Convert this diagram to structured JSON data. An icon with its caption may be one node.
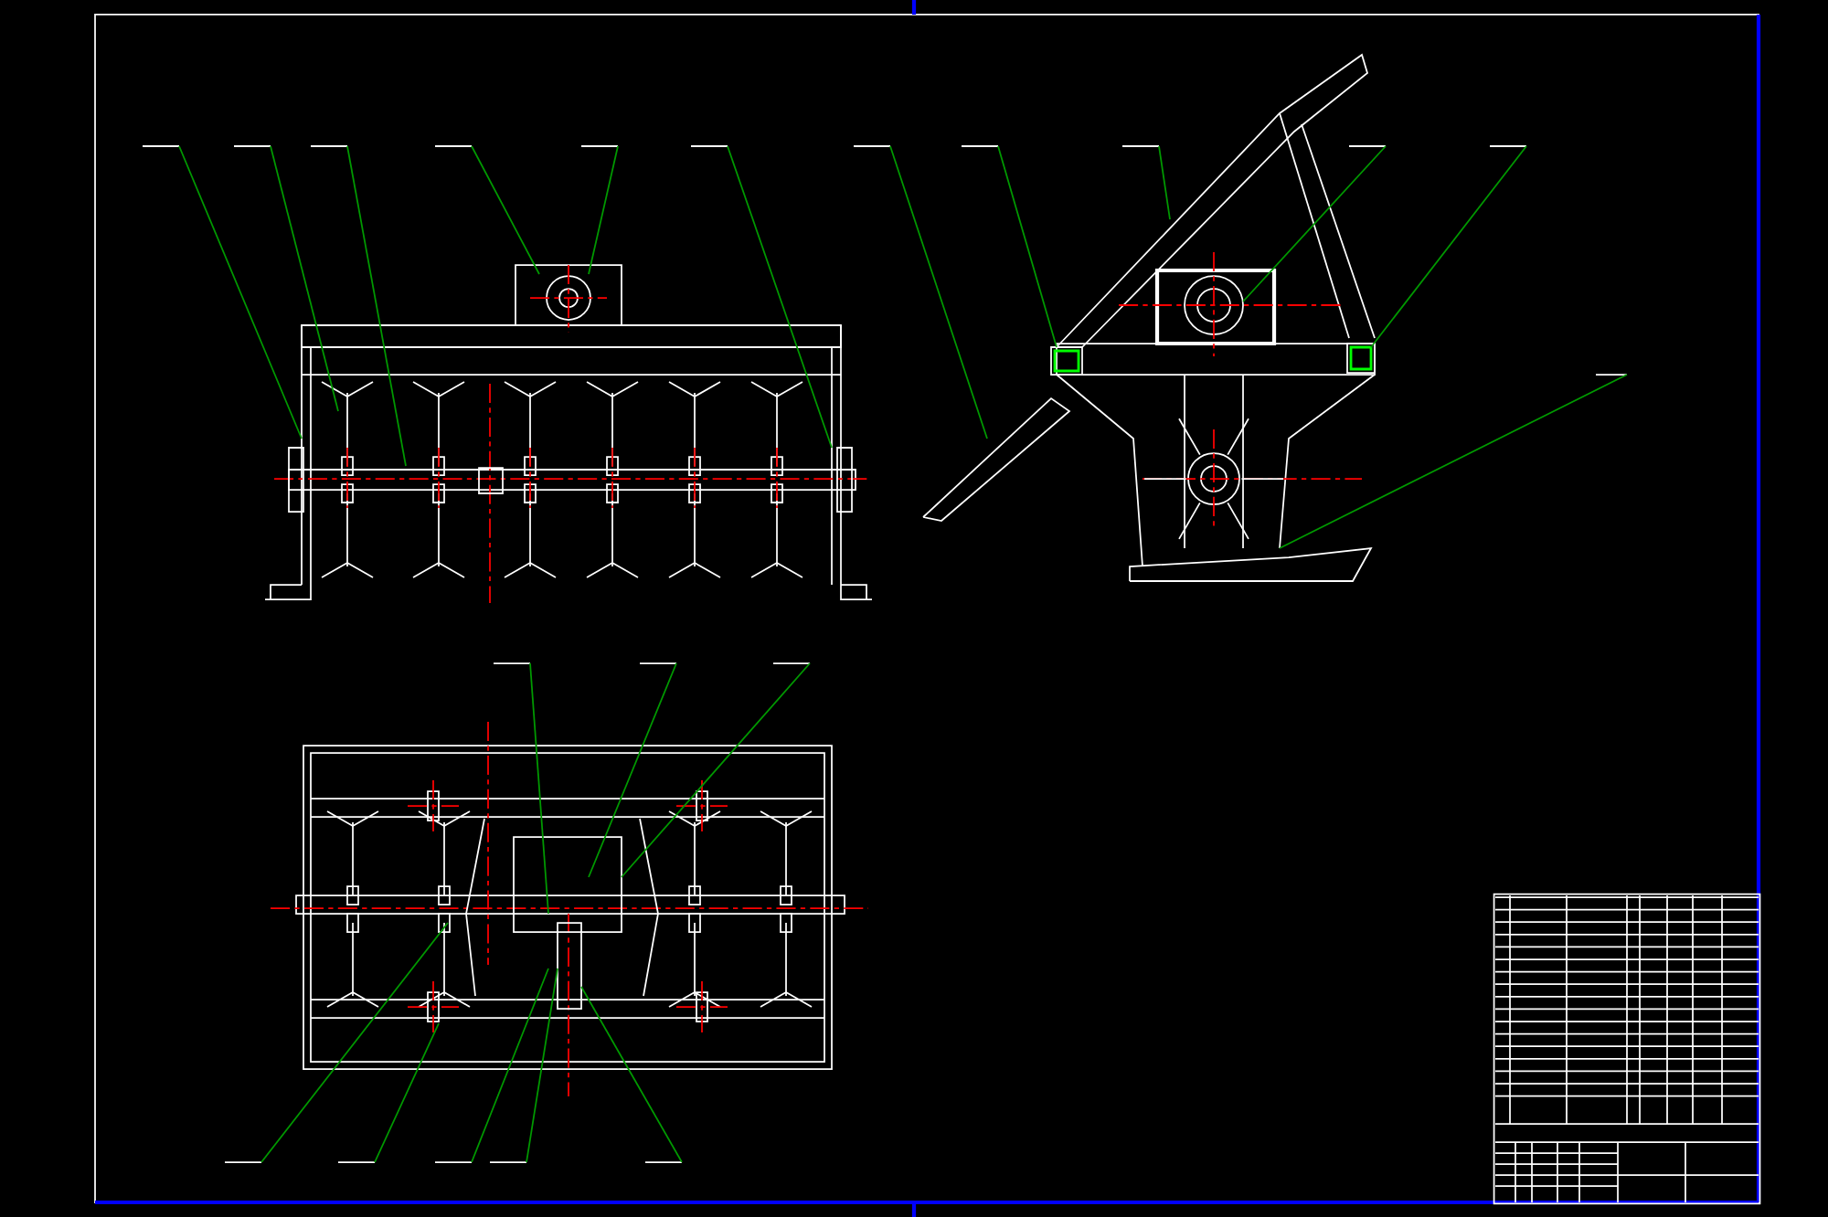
{
  "diagram": {
    "nodes": [
      {
        "text": [],
        "shape": "picture"
      },
      {
        "text": [],
        "shape": "picture"
      },
      {
        "text": [],
        "shape": "picture"
      },
      {
        "text": [],
        "shape": "box"
      }
    ]
  }
}
